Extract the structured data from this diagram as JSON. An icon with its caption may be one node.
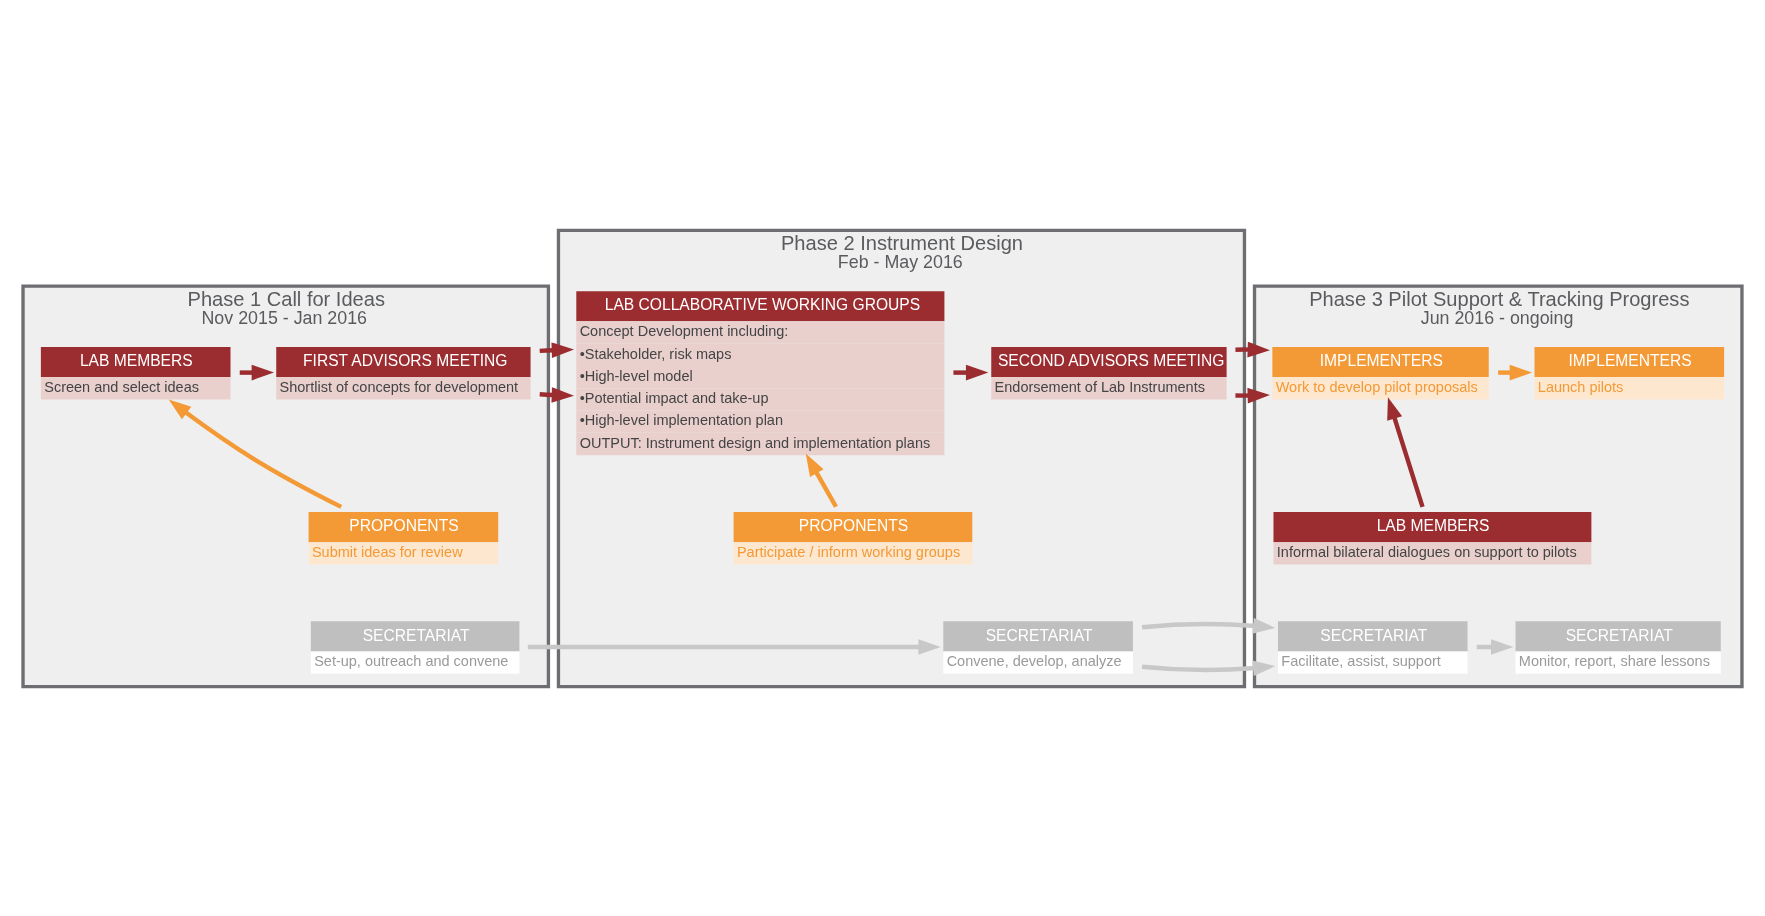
{
  "diagram": {
    "nodes": [
      {
        "text": [
          "Phase 1 Call for Ideas",
          "Nov 2015 - Jan 2016"
        ]
      },
      {
        "text": [
          "LAB MEMBERS",
          "Screen and select ideas"
        ],
        "in": 0
      },
      {
        "text": [
          "FIRST ADVISORS MEETING",
          "Shortlist of concepts for development"
        ],
        "in": 0
      },
      {
        "text": [
          "PROPONENTS",
          "Submit ideas for review"
        ],
        "in": 0
      },
      {
        "text": [
          "SECRETARIAT",
          "Set-up, outreach and convene"
        ],
        "in": 0
      },
      {
        "text": [
          "Phase 2 Instrument Design",
          "Feb - May 2016"
        ]
      },
      {
        "text": [
          "LAB COLLABORATIVE WORKING GROUPS",
          "Concept Development including:",
          "•Stakeholder, risk maps",
          "•High-level model",
          "•Potential impact and take-up",
          "•High-level implementation plan",
          "OUTPUT: Instrument design and implementation plans"
        ],
        "in": 5
      },
      {
        "text": [
          "SECOND ADVISORS MEETING",
          "Endorsement of Lab Instruments"
        ],
        "in": 5
      },
      {
        "text": [
          "PROPONENTS",
          "Participate / inform working groups"
        ],
        "in": 5
      },
      {
        "text": [
          "SECRETARIAT",
          "Convene, develop, analyze"
        ],
        "in": 5
      },
      {
        "text": [
          "Phase 3 Pilot Support & Tracking Progress",
          "Jun 2016 - ongoing"
        ]
      },
      {
        "text": [
          "IMPLEMENTERS",
          "Work to develop pilot proposals"
        ],
        "in": 10
      },
      {
        "text": [
          "LAB MEMBERS",
          "Informal bilateral dialogues on support to pilots"
        ],
        "in": 10
      },
      {
        "text": [
          "IMPLEMENTERS",
          "Launch pilots"
        ],
        "in": 10
      },
      {
        "text": [
          "SECRETARIAT",
          "Facilitate, assist, support"
        ],
        "in": 10
      },
      {
        "text": [
          "SECRETARIAT",
          "Monitor, report, share lessons"
        ],
        "in": 10
      }
    ],
    "edges": [
      {
        "from": 1,
        "to": 2,
        "arrow": "to"
      },
      {
        "from": 3,
        "to": 1,
        "arrow": "to",
        "color": "#f39a37"
      },
      {
        "from": 2,
        "to": 6,
        "arrow": "to"
      },
      {
        "from": 6,
        "to": 7,
        "arrow": "to"
      },
      {
        "from": 8,
        "to": 6,
        "arrow": "to",
        "color": "#f39a37"
      },
      {
        "from": 7,
        "to": 11,
        "arrow": "to"
      },
      {
        "from": 11,
        "to": 13,
        "arrow": "to",
        "color": "#f39a37"
      },
      {
        "from": 12,
        "to": 11,
        "arrow": "to"
      },
      {
        "from": 4,
        "to": 9,
        "arrow": "to",
        "color": "#c8c8c8"
      },
      {
        "from": 9,
        "to": 14,
        "arrow": "to",
        "color": "#c8c8c8"
      },
      {
        "from": 14,
        "to": 15,
        "arrow": "to",
        "color": "#c8c8c8"
      }
    ]
  }
}
